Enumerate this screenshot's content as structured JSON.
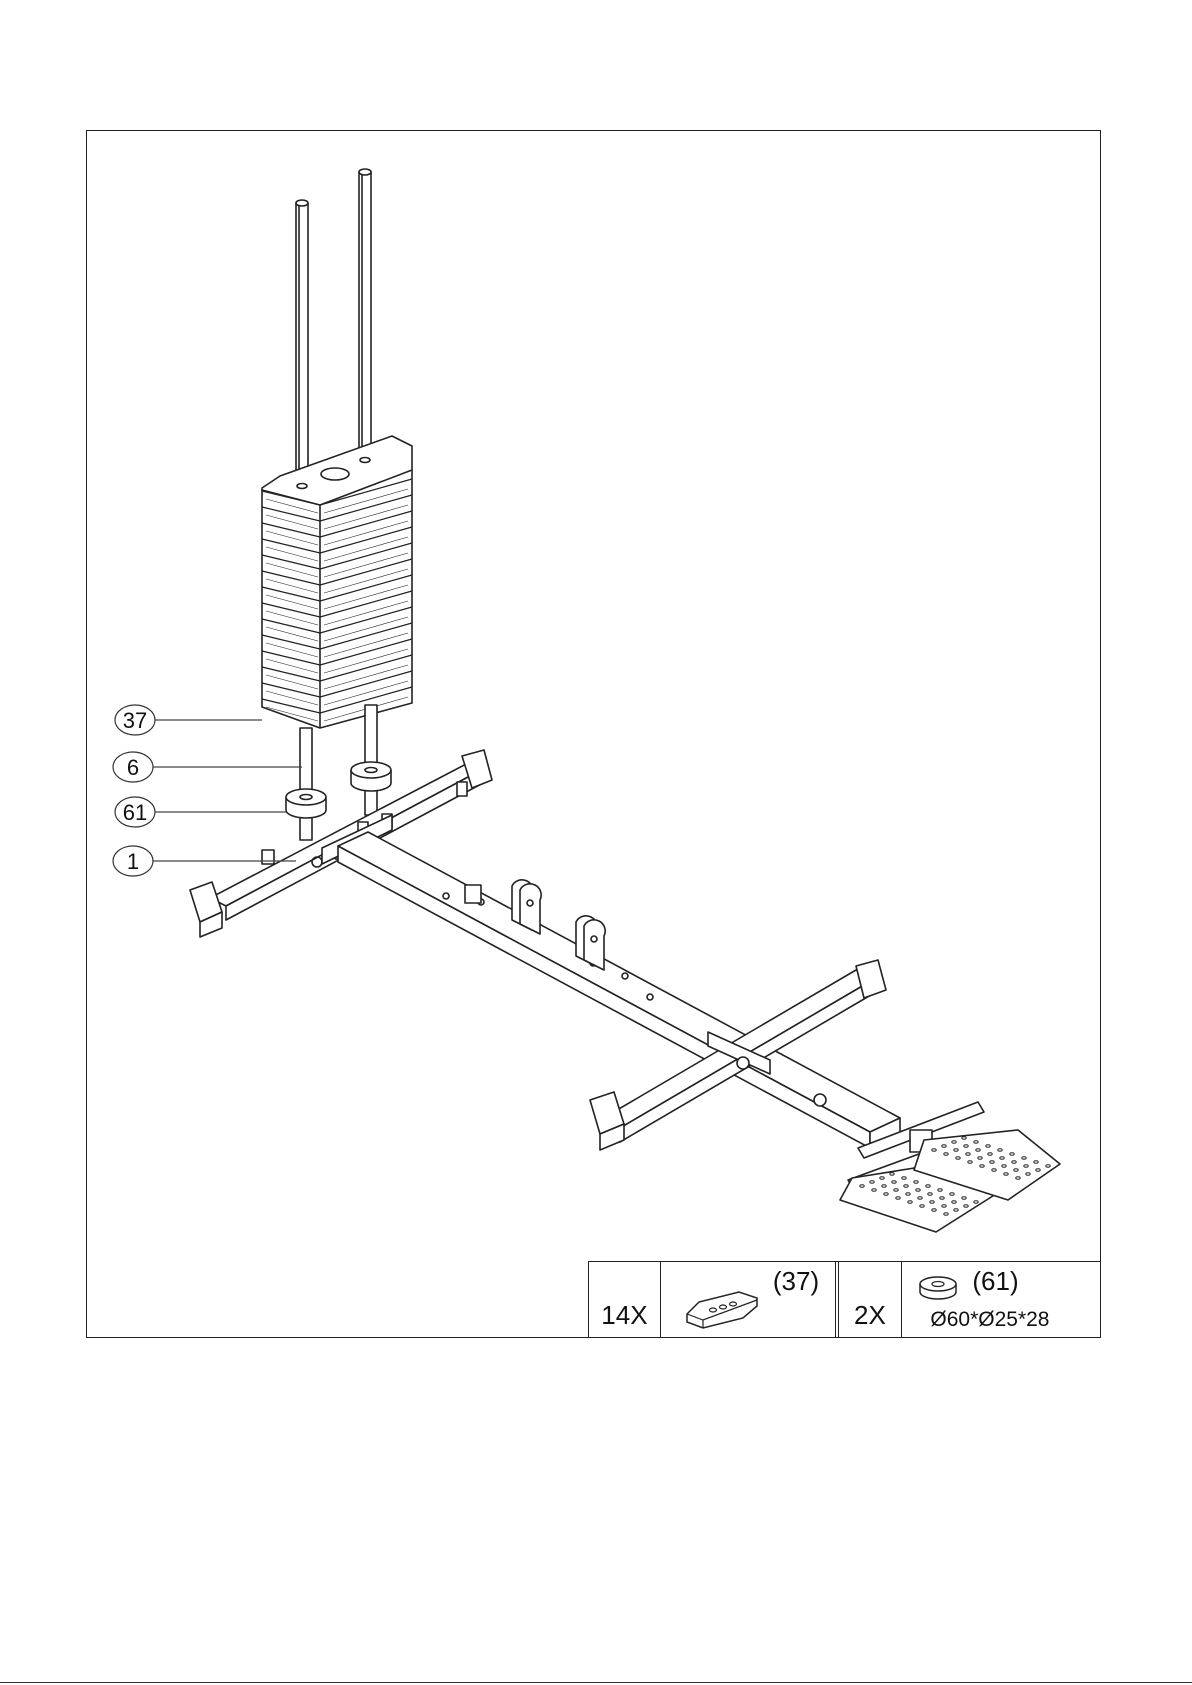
{
  "callouts": [
    {
      "label": "37"
    },
    {
      "label": "6"
    },
    {
      "label": "61"
    },
    {
      "label": "1"
    }
  ],
  "parts": [
    {
      "qty": "14X",
      "ref": "(37)",
      "icon": "weight-plate-icon"
    },
    {
      "qty": "2X",
      "ref": "(61)",
      "icon": "spacer-ring-icon",
      "size": "Ø60*Ø25*28"
    }
  ],
  "colors": {
    "line": "#222222",
    "background": "#ffffff"
  }
}
